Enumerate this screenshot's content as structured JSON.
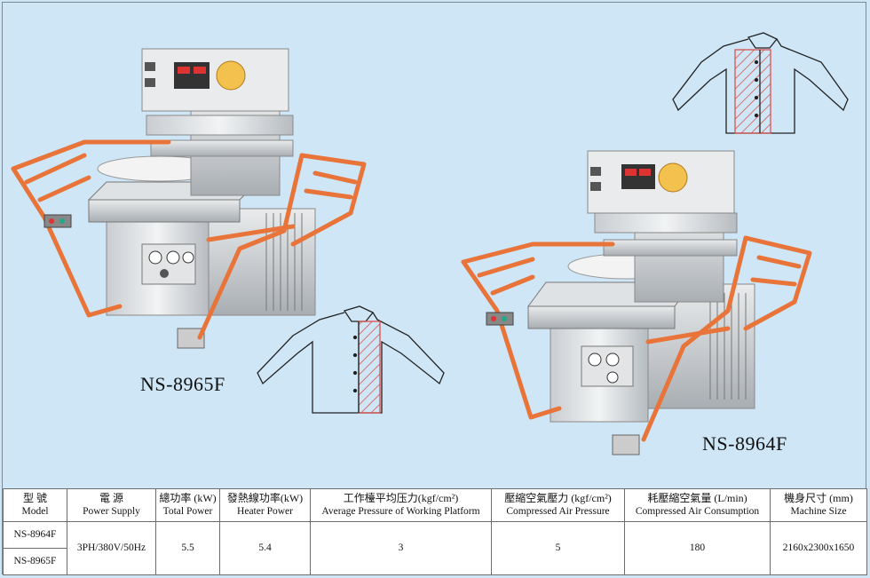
{
  "models": {
    "left": "NS-8965F",
    "right": "NS-8964F"
  },
  "table": {
    "headers": [
      {
        "zh": "型 號",
        "en": "Model"
      },
      {
        "zh": "電 源",
        "en": "Power Supply"
      },
      {
        "zh": "總功率 (kW)",
        "en": "Total Power"
      },
      {
        "zh": "發熱線功率(kW)",
        "en": "Heater Power"
      },
      {
        "zh": "工作檯平均压力(kgf/cm²)",
        "en": "Average Pressure of Working Platform"
      },
      {
        "zh": "壓縮空氣壓力 (kgf/cm²)",
        "en": "Compressed Air Pressure"
      },
      {
        "zh": "耗壓縮空氣量 (L/min)",
        "en": "Compressed Air Consumption"
      },
      {
        "zh": "機身尺寸 (mm)",
        "en": "Machine Size"
      }
    ],
    "rows": [
      {
        "model": "NS-8964F"
      },
      {
        "model": "NS-8965F"
      }
    ],
    "shared": {
      "power_supply": "3PH/380V/50Hz",
      "total_power": "5.5",
      "heater_power": "5.4",
      "avg_pressure": "3",
      "air_pressure": "5",
      "air_consumption": "180",
      "machine_size": "2160x2300x1650"
    }
  },
  "colors": {
    "background": "#cfe6f6",
    "rail": "#e8743a",
    "hatch": "#d9534f"
  }
}
